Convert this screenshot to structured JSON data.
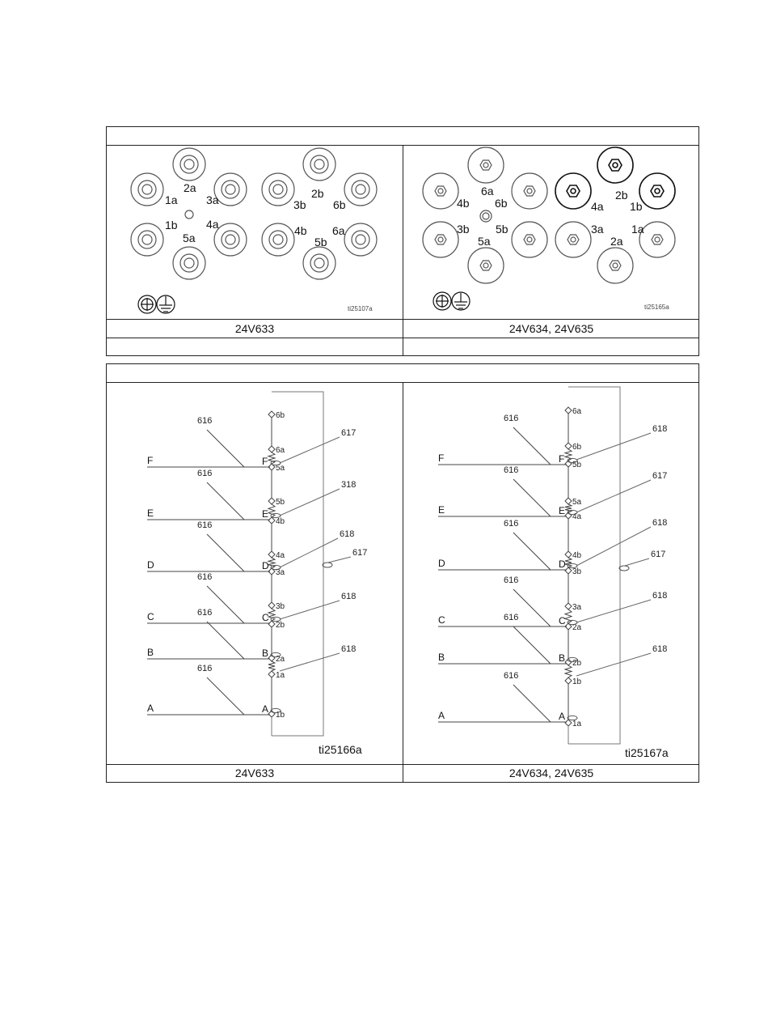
{
  "table1": {
    "left": {
      "caption": "24V633",
      "code": "ti25107a",
      "terminal_labels": [
        "1a",
        "2a",
        "3a",
        "1b",
        "4a",
        "5a",
        "2b",
        "3b",
        "6b",
        "4b",
        "5b",
        "6a"
      ]
    },
    "right": {
      "caption": "24V634, 24V635",
      "code": "ti25165a",
      "terminal_labels": [
        "6a",
        "4b",
        "6b",
        "3b",
        "5b",
        "5a",
        "2b",
        "4a",
        "1b",
        "3a",
        "1a",
        "2a"
      ]
    }
  },
  "table2": {
    "left": {
      "caption": "24V633",
      "code": "ti25166a",
      "wires": [
        "F",
        "E",
        "D",
        "C",
        "B",
        "A"
      ],
      "nodes": [
        "6b",
        "6a",
        "5a",
        "5b",
        "4b",
        "4a",
        "3a",
        "3b",
        "2b",
        "2a",
        "1a",
        "1b"
      ],
      "part_616": "616",
      "callouts": [
        "617",
        "318",
        "618",
        "617",
        "618",
        "618"
      ]
    },
    "right": {
      "caption": "24V634, 24V635",
      "code": "ti25167a",
      "wires": [
        "F",
        "E",
        "D",
        "C",
        "B",
        "A"
      ],
      "nodes": [
        "6a",
        "6b",
        "5b",
        "5a",
        "4a",
        "4b",
        "3b",
        "3a",
        "2a",
        "2b",
        "1b",
        "1a"
      ],
      "part_616": "616",
      "callouts": [
        "618",
        "617",
        "618",
        "617",
        "618",
        "618"
      ]
    }
  }
}
